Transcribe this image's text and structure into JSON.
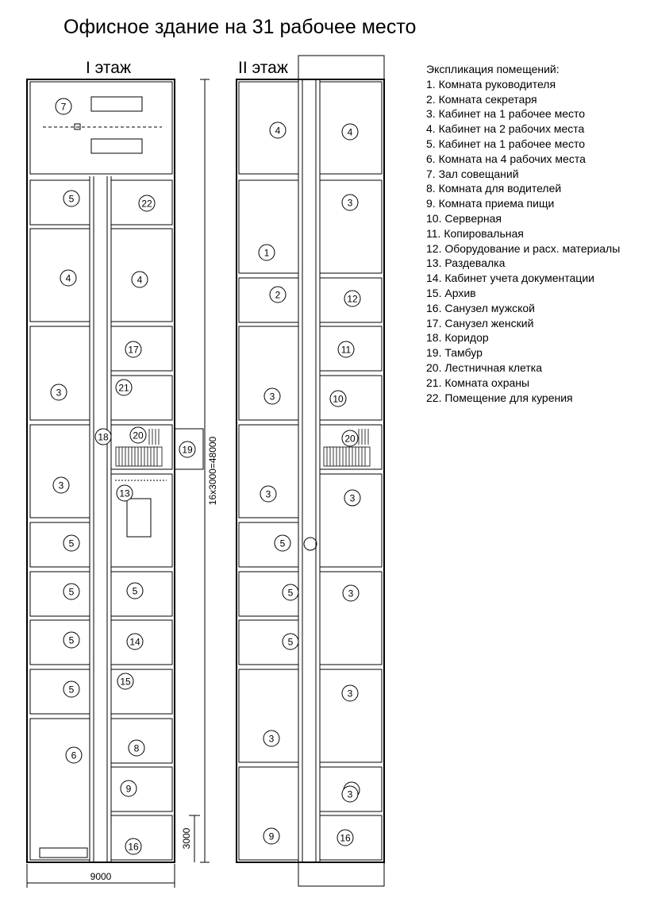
{
  "title": "Офисное здание на 31 рабочее место",
  "floors": {
    "first": "I этаж",
    "second": "II этаж"
  },
  "dimensions": {
    "width": "9000",
    "height": "16x3000=48000",
    "bay": "3000"
  },
  "legend": {
    "heading": "Экспликация помещений:",
    "items": [
      "1. Комната руководителя",
      "2. Комната секретаря",
      "3. Кабинет на 1 рабочее место",
      "4. Кабинет на 2 рабочих места",
      "5. Кабинет на 1 рабочее место",
      "6. Комната на 4 рабочих места",
      "7. Зал совещаний",
      "8. Комната для водителей",
      "9. Комната приема пищи",
      "10. Серверная",
      "11. Копировальная",
      "12. Оборудование и расх. материалы",
      "13. Раздевалка",
      "14. Кабинет учета документации",
      "15. Архив",
      "16. Санузел мужской",
      "17. Санузел женский",
      "18. Коридор",
      "19. Тамбур",
      "20. Лестничная клетка",
      "21. Комната охраны",
      "22. Помещение для курения"
    ]
  },
  "room_labels": {
    "f1": [
      "7",
      "5",
      "22",
      "4",
      "4",
      "3",
      "17",
      "21",
      "18",
      "20",
      "19",
      "3",
      "13",
      "5",
      "5",
      "5",
      "5",
      "14",
      "5",
      "15",
      "6",
      "8",
      "9",
      "16"
    ],
    "f2": [
      "4",
      "4",
      "1",
      "3",
      "2",
      "12",
      "3",
      "11",
      "10",
      "20",
      "3",
      "3",
      "5",
      "3",
      "5",
      "5",
      "3",
      "3",
      "3",
      "9",
      "3",
      "16"
    ]
  }
}
